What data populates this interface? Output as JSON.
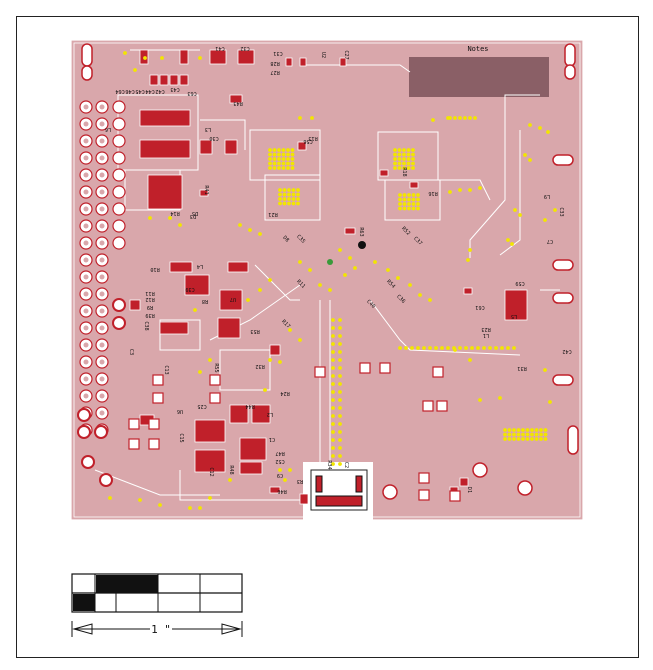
{
  "board": {
    "notes_label": "Notes",
    "colors": {
      "substrate": "#d9a7ab",
      "pad": "#c0202a",
      "silk": "#ffffff",
      "via": "#f2e600",
      "notes_block": "#8a5f66",
      "outline": "#222222"
    },
    "labels": [
      "C41",
      "C32",
      "C31",
      "U2",
      "C27",
      "R28",
      "R27",
      "C43",
      "C42",
      "C44",
      "C45",
      "C46",
      "C64",
      "C63",
      "R43",
      "L6",
      "L3",
      "C30",
      "R13",
      "R18",
      "R16",
      "C56",
      "L9",
      "C33",
      "C7",
      "D3",
      "R41",
      "D5",
      "R14",
      "R21",
      "D8",
      "C35",
      "R63",
      "R52",
      "C37",
      "L4",
      "U7",
      "C39",
      "R8",
      "R10",
      "R11",
      "R12",
      "R9",
      "R39",
      "C38",
      "R53",
      "R17",
      "R11",
      "R32",
      "R54",
      "C36",
      "C40",
      "C61",
      "R23",
      "L1",
      "L5",
      "C59",
      "C42",
      "R31",
      "C3",
      "C13",
      "R55",
      "R24",
      "U6",
      "C25",
      "R44",
      "L2",
      "C1",
      "C12",
      "R48",
      "R47",
      "C52",
      "C9",
      "R34",
      "C2",
      "R46",
      "C15",
      "D1",
      "R3",
      "R5"
    ]
  },
  "scale_bar": {
    "label": "1 \""
  }
}
